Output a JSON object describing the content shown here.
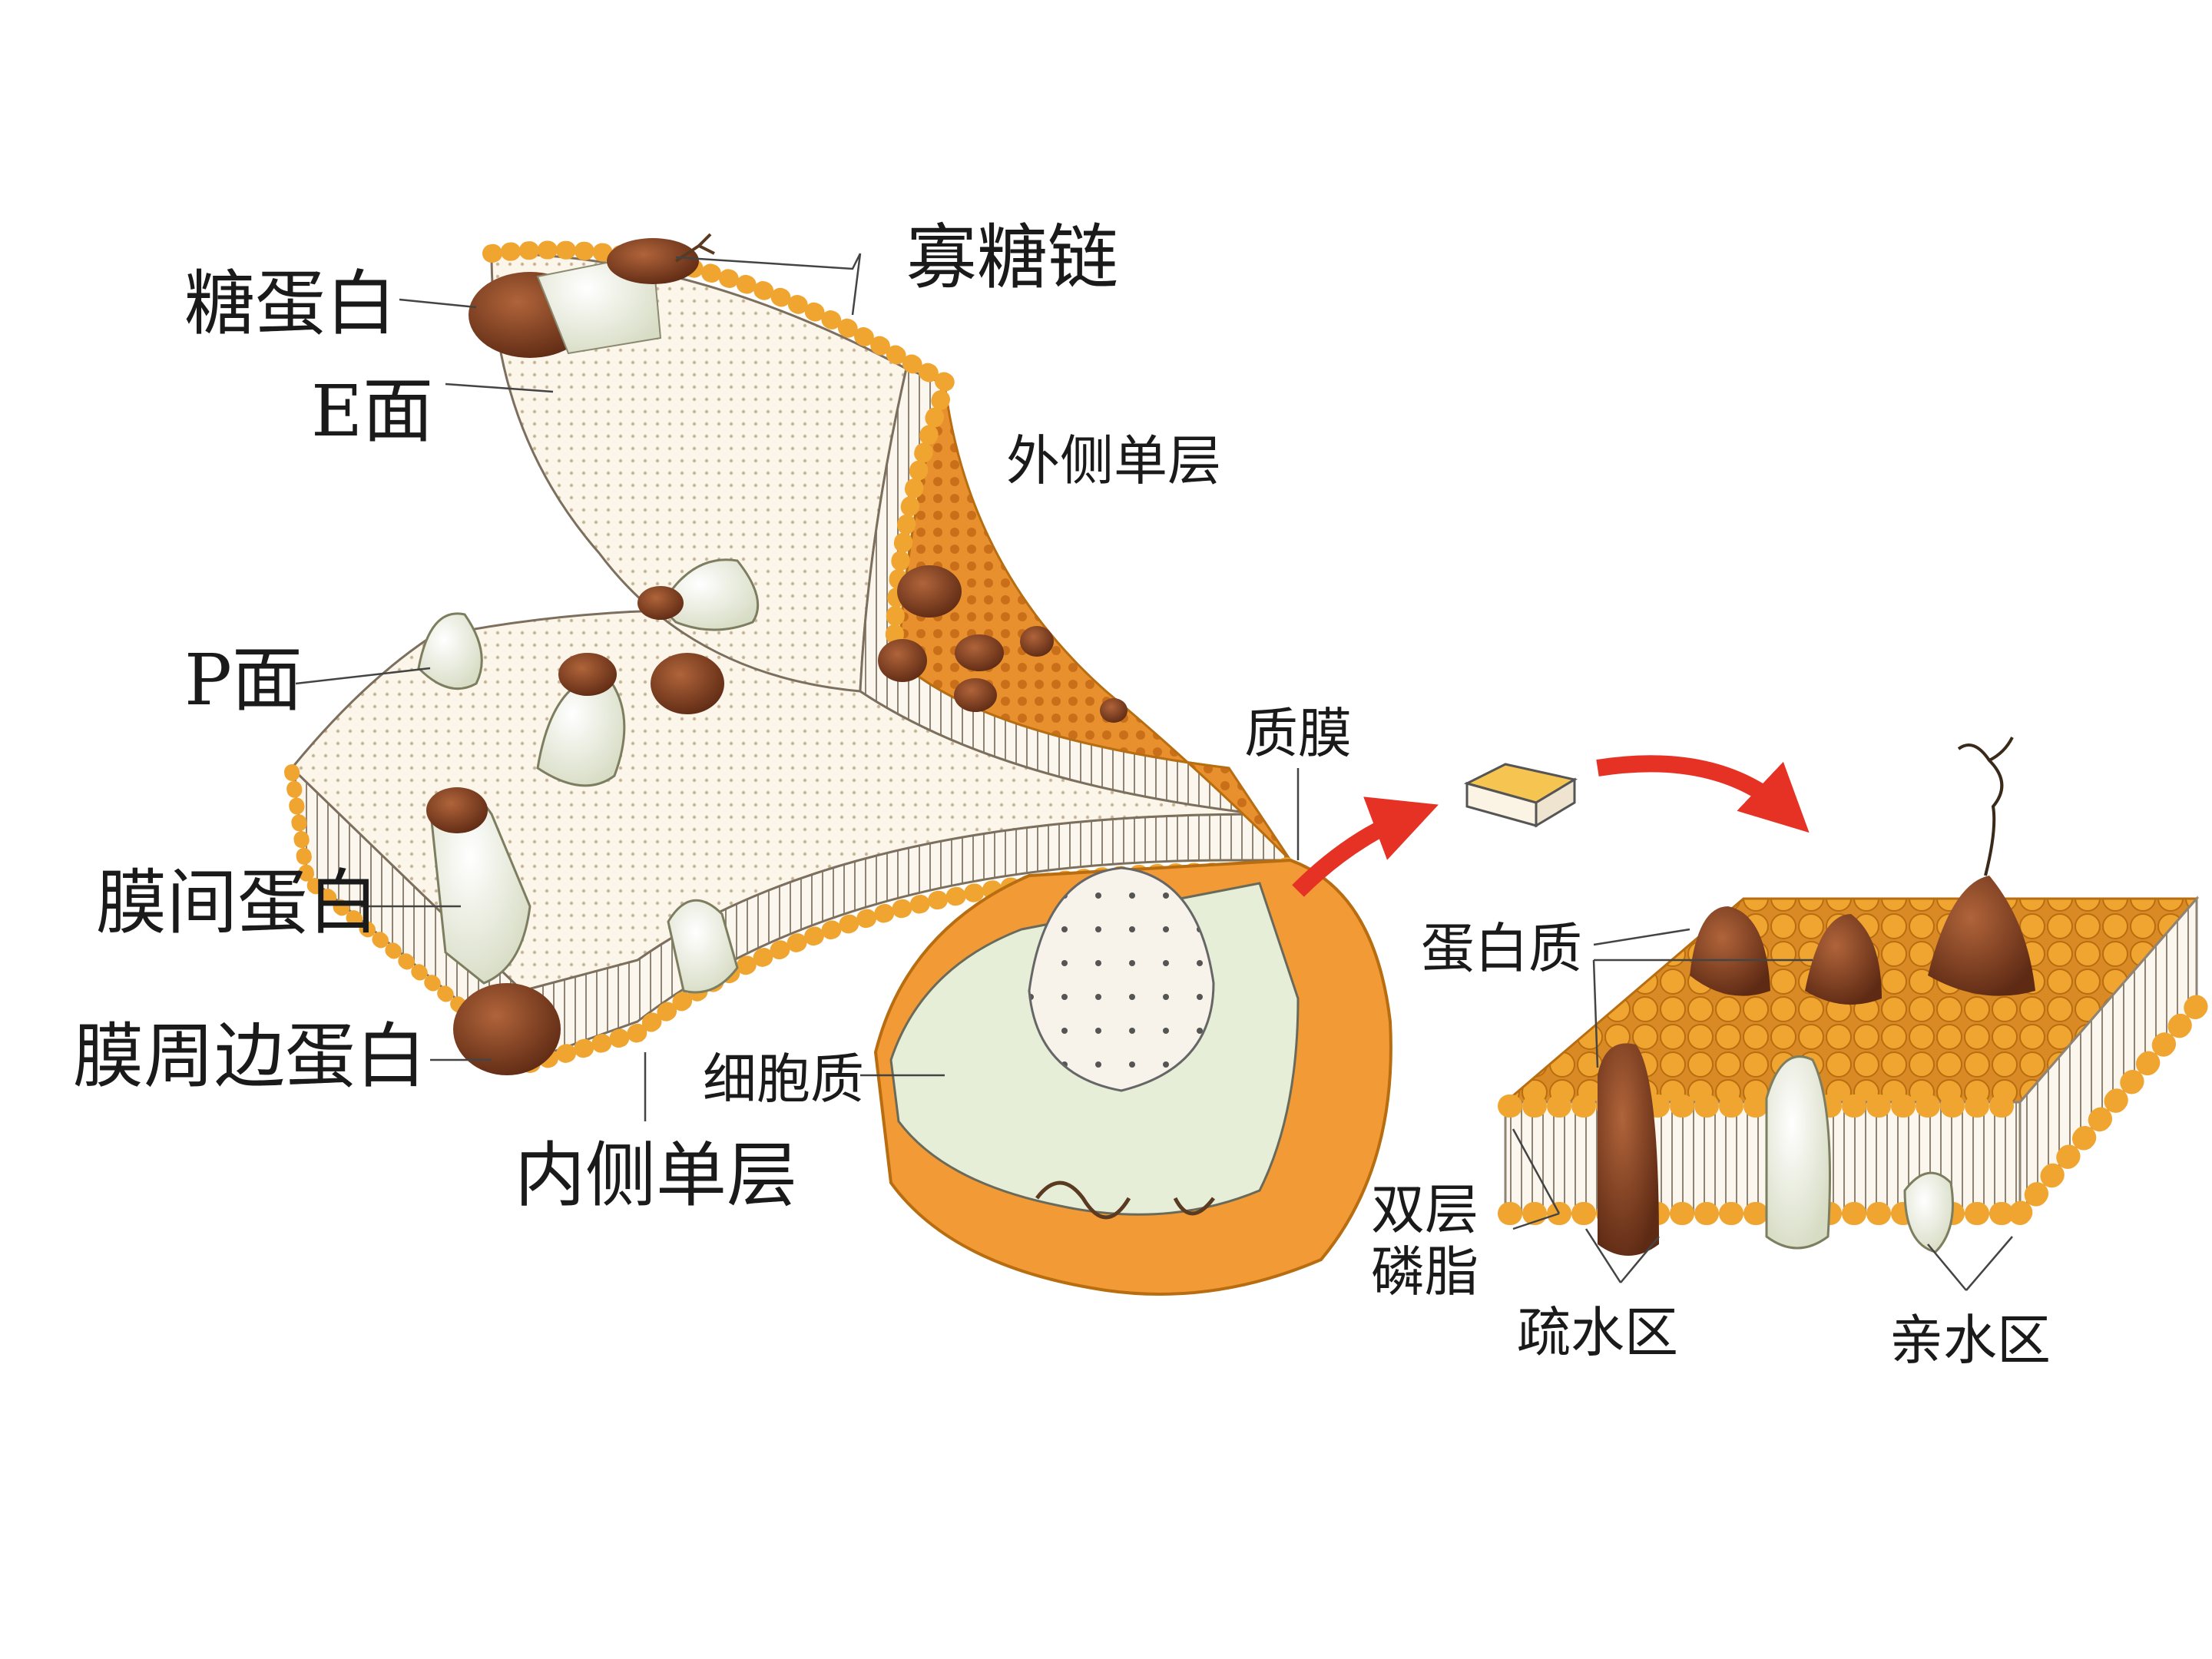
{
  "labels": {
    "glycoprotein": "糖蛋白",
    "oligosaccharide_chain": "寡糖链",
    "e_face": "E面",
    "outer_leaflet": "外侧单层",
    "p_face": "P面",
    "plasma_membrane": "质膜",
    "transmembrane_protein": "膜间蛋白",
    "peripheral_protein": "膜周边蛋白",
    "cytoplasm": "细胞质",
    "inner_leaflet": "内侧单层",
    "protein": "蛋白质",
    "phospholipid_bilayer_line1": "双层",
    "phospholipid_bilayer_line2": "磷脂",
    "hydrophobic_region": "疏水区",
    "hydrophilic_region": "亲水区"
  },
  "colors": {
    "lipid_head": "#f0a531",
    "lipid_head_edge": "#b86d10",
    "protein": "#8a4a2a",
    "protein_dark": "#5e2a14",
    "membrane_face": "#fbf5ea",
    "cytoplasm": "#e6eed8",
    "cell_orange": "#f29a35",
    "arrow_red": "#e53225"
  }
}
